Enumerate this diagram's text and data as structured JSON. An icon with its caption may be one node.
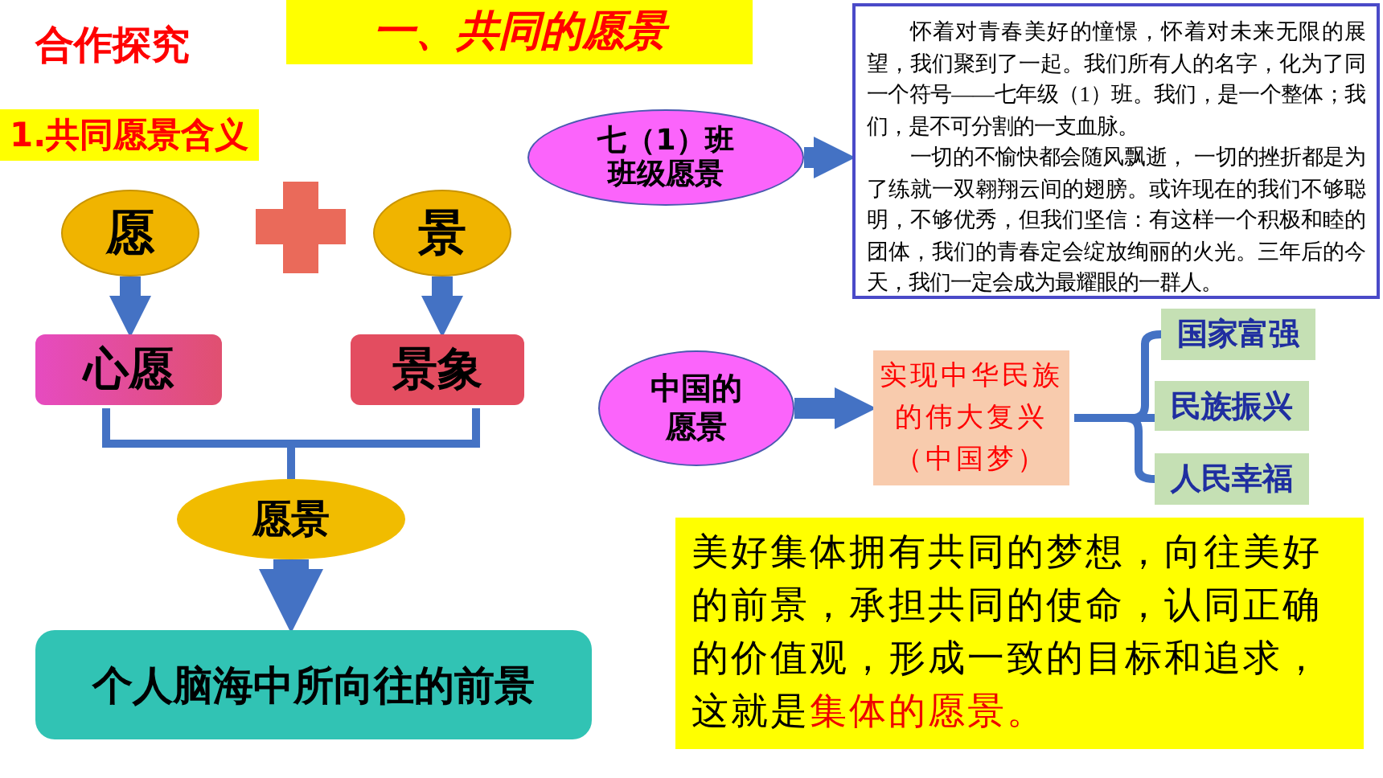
{
  "diagram": {
    "title": "一、共同的愿景",
    "nodes": [
      {
        "text": [
          "愿"
        ]
      },
      {
        "text": [
          "景"
        ]
      },
      {
        "text": [
          "心愿"
        ]
      },
      {
        "text": [
          "景象"
        ]
      },
      {
        "text": [
          "愿景"
        ]
      },
      {
        "text": [
          "个人脑海中所向往的前景"
        ]
      },
      {
        "text": [
          "七（1）班",
          "班级愿景"
        ]
      },
      {
        "text": [
          "怀着对青春美好的憧憬，怀着对未来无限的展望，我们聚到了一起。我们所有人的名字，化为了同一个符号——七年级（1）班。我们，是一个整体；我们，是不可分割的一支血脉。",
          "一切的不愉快都会随风飘逝， 一切的挫折都是为了练就一双翱翔云间的翅膀。或许现在的我们不够聪明，不够优秀，但我们坚信：有这样一个积极和睦的团体，我们的青春定会绽放绚丽的火光。三年后的今天，我们一定会成为最耀眼的一群人。"
        ]
      },
      {
        "text": [
          "中国的愿景"
        ]
      },
      {
        "text": [
          "实现中华民族的伟大复兴（中国梦）"
        ]
      },
      {
        "text": [
          "国家富强"
        ]
      },
      {
        "text": [
          "民族振兴"
        ]
      },
      {
        "text": [
          "人民幸福"
        ]
      },
      {
        "text": [
          "美好集体拥有共同的梦想，向往美好的前景，承担共同的使命，认同正确的价值观，形成一致的目标和追求，这就是**集体的愿景。**"
        ]
      }
    ],
    "edges": [
      {
        "from": 0,
        "to": 2,
        "arrow": "to",
        "style": "thick"
      },
      {
        "from": 1,
        "to": 3,
        "arrow": "to",
        "style": "thick"
      },
      {
        "from": 2,
        "to": 4,
        "arrow": "none"
      },
      {
        "from": 3,
        "to": 4,
        "arrow": "none"
      },
      {
        "from": 4,
        "to": 5,
        "arrow": "to",
        "style": "thick"
      },
      {
        "from": 6,
        "to": 7,
        "arrow": "to",
        "style": "thick"
      },
      {
        "from": 8,
        "to": 9,
        "arrow": "to",
        "style": "thick"
      },
      {
        "from": 9,
        "to": 10,
        "arrow": "none"
      },
      {
        "from": 9,
        "to": 11,
        "arrow": "none"
      },
      {
        "from": 9,
        "to": 12,
        "arrow": "none"
      }
    ],
    "labels": [
      "合作探究",
      "1.共同愿景含义"
    ]
  }
}
